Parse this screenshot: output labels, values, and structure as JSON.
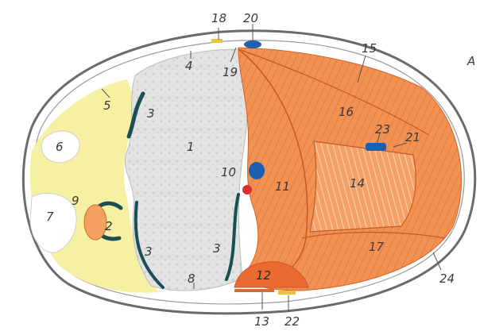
{
  "labels": {
    "l1": "1",
    "l2": "2",
    "l3a": "3",
    "l3b": "3",
    "l3c": "3",
    "l4": "4",
    "l5": "5",
    "l6": "6",
    "l7": "7",
    "l8": "8",
    "l9": "9",
    "l10": "10",
    "l11": "11",
    "l12": "12",
    "l13": "13",
    "l14": "14",
    "l15": "15",
    "l16": "16",
    "l17": "17",
    "l18": "18",
    "l19": "19",
    "l20": "20",
    "l21": "21",
    "l22": "22",
    "l23": "23",
    "l24": "24",
    "corner": "A"
  },
  "colors": {
    "skin": "#6b6b6b",
    "bone": "#dcdcdc",
    "fat": "#f6f1a2",
    "muscle": "#f08a4a",
    "muscle_dark": "#e0692e",
    "vessel_blue": "#1f5fb0",
    "vessel_red": "#d9302b",
    "tendon_dark": "#1b4f56",
    "nerve_yellow": "#e8c340"
  }
}
